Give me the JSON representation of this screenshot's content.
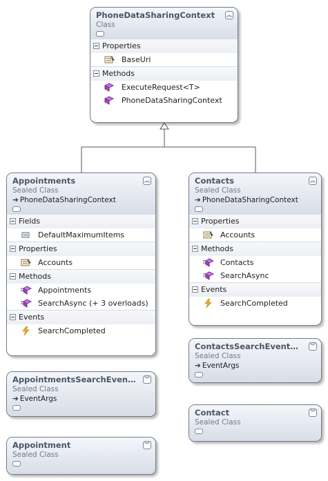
{
  "classes": {
    "phone": {
      "name": "PhoneDataSharingContext",
      "kind": "Class",
      "properties_label": "Properties",
      "properties": [
        "BaseUri"
      ],
      "methods_label": "Methods",
      "methods": [
        "ExecuteRequest<T>",
        "PhoneDataSharingContext"
      ]
    },
    "appointments": {
      "name": "Appointments",
      "kind": "Sealed Class",
      "base": "PhoneDataSharingContext",
      "fields_label": "Fields",
      "fields": [
        "DefaultMaximumItems"
      ],
      "properties_label": "Properties",
      "properties": [
        "Accounts"
      ],
      "methods_label": "Methods",
      "methods": [
        "Appointments",
        "SearchAsync (+ 3 overloads)"
      ],
      "events_label": "Events",
      "events": [
        "SearchCompleted"
      ]
    },
    "contacts": {
      "name": "Contacts",
      "kind": "Sealed Class",
      "base": "PhoneDataSharingContext",
      "properties_label": "Properties",
      "properties": [
        "Accounts"
      ],
      "methods_label": "Methods",
      "methods": [
        "Contacts",
        "SearchAsync"
      ],
      "events_label": "Events",
      "events": [
        "SearchCompleted"
      ]
    },
    "appointments_args": {
      "name": "AppointmentsSearchEventA...",
      "kind": "Sealed Class",
      "base": "EventArgs"
    },
    "contacts_args": {
      "name": "ContactsSearchEventArgs",
      "kind": "Sealed Class",
      "base": "EventArgs"
    },
    "appointment": {
      "name": "Appointment",
      "kind": "Sealed Class"
    },
    "contact": {
      "name": "Contact",
      "kind": "Sealed Class"
    }
  },
  "icons": {
    "collapse": "double-chevron-up-icon",
    "expand": "double-chevron-down-icon",
    "property": "property-icon",
    "method": "method-icon",
    "field": "field-icon",
    "event": "event-icon"
  },
  "colors": {
    "header_top": "#f4f6fa",
    "header_bottom": "#d8dde7",
    "border": "#6f7a8a",
    "title": "#4a5668",
    "method_purple": "#b04ad0",
    "event_yellow": "#f0b020"
  }
}
